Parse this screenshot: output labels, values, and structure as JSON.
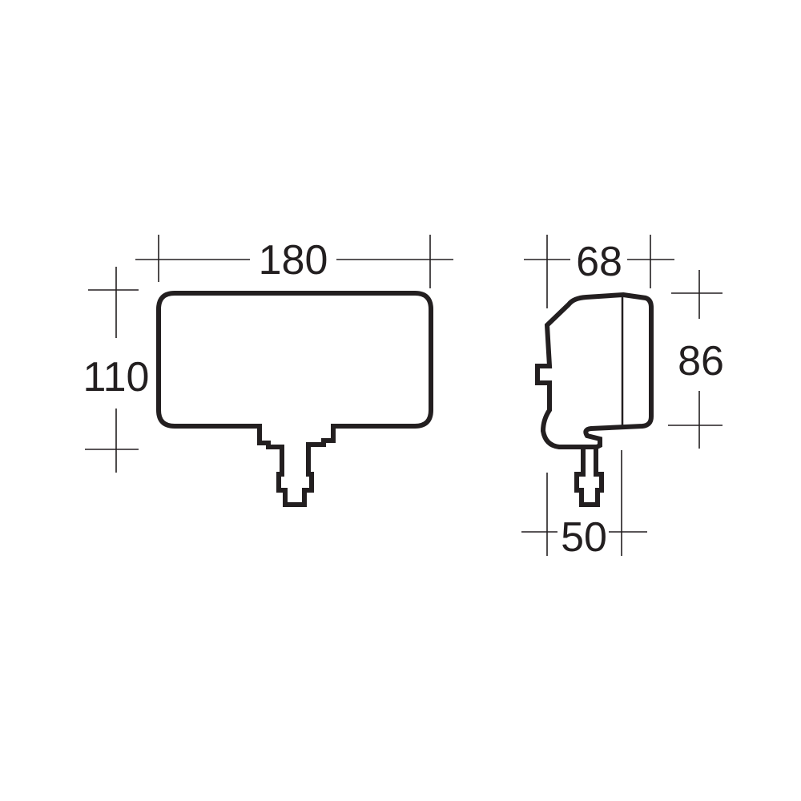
{
  "front_view": {
    "width_label": "180",
    "height_label": "110"
  },
  "side_view": {
    "depth_label": "68",
    "height_label": "86",
    "base_label": "50"
  },
  "colors": {
    "stroke": "#231f20",
    "background": "#ffffff"
  }
}
